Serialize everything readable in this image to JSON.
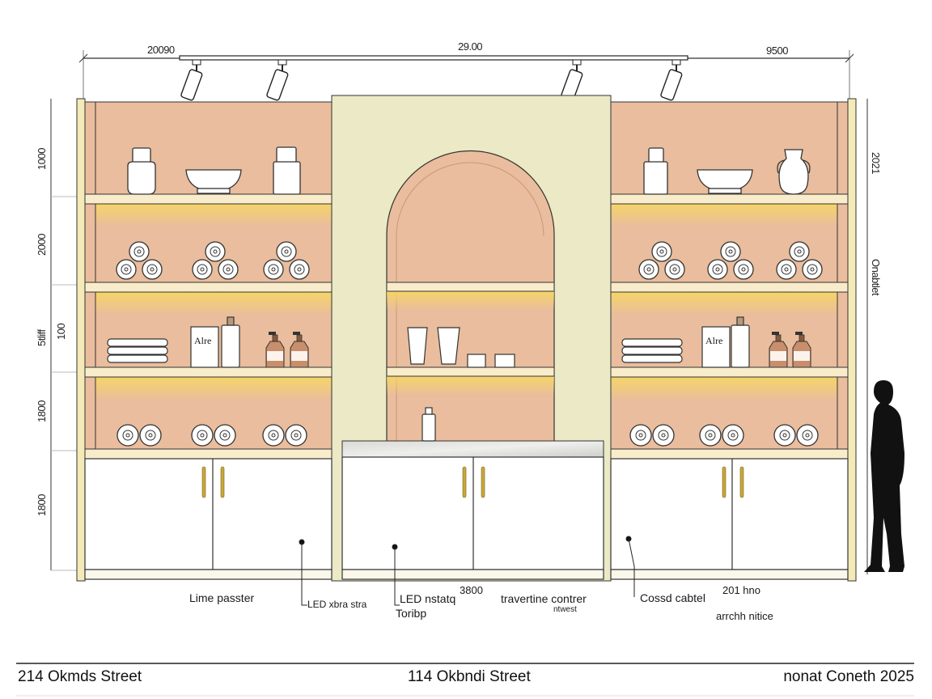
{
  "dimensions": {
    "top": [
      "20090",
      "29.00",
      "9500"
    ],
    "left": [
      "1000",
      "2000",
      "5tliff",
      "100",
      "1800",
      "1800"
    ],
    "right": [
      "2021",
      "Onabtlet"
    ]
  },
  "product_labels": [
    "Alre",
    "Alre"
  ],
  "callouts": {
    "lime_plaster": "Lime passter",
    "led_strip": "LED xbra stra",
    "led_note": "LED nstatq",
    "led_sub": "Toribp",
    "dim_3800": "3800",
    "travertine": "travertine contrer",
    "travertine_sub": "ntwest",
    "closed_cabinet": "Cossd cabtel",
    "dim_201": "201 hno",
    "arch_niche": "arrchh nitice"
  },
  "footer": {
    "left": "214 Okmds Street",
    "center": "114 Okbndi Street",
    "right": "nonat Coneth 2025"
  },
  "colors": {
    "back_wall": "#e9bd9d",
    "shelf": "#f8eccb",
    "center_panel": "#ebe9c6",
    "cabinet": "#ffffff",
    "handle": "#c9a83a",
    "led_glow": "#f6d66a"
  }
}
